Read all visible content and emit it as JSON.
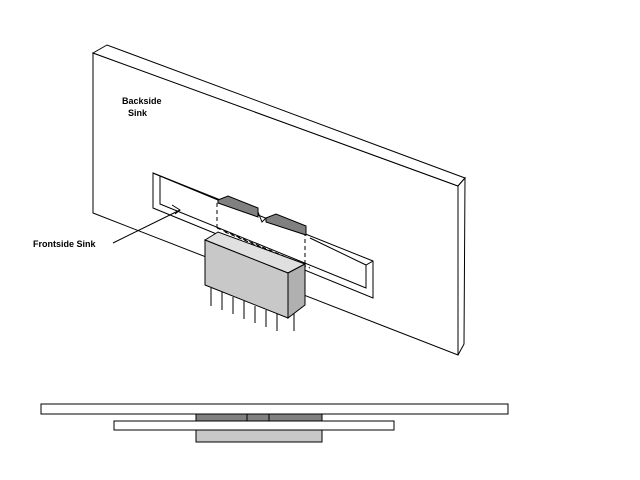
{
  "labels": {
    "backside_line1": "Backside",
    "backside_line2": "Sink",
    "frontside": "Frontside Sink"
  },
  "colors": {
    "background": "#ffffff",
    "line": "#000000",
    "chip_fill": "#c8c8c8",
    "chip_top": "#e0e0e0",
    "chip_side": "#b0b0b0",
    "tab_fill": "#808080",
    "dash": "#000000"
  }
}
